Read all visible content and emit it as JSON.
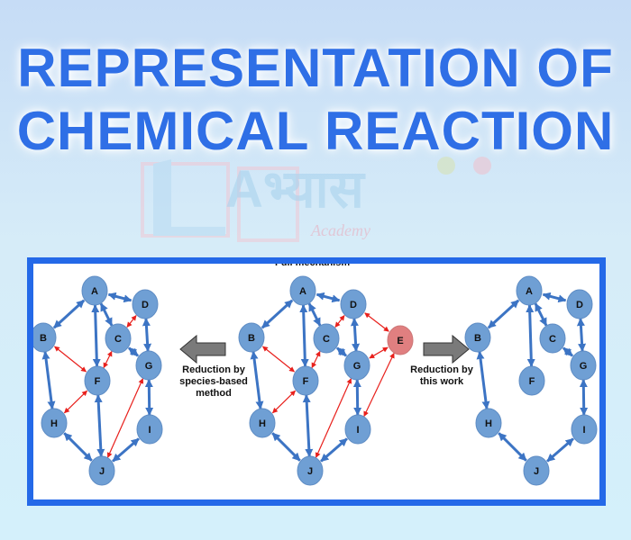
{
  "title": {
    "line1": "REPRESENTATION OF",
    "line2": "CHEMICAL REACTION"
  },
  "watermark": {
    "main": "Aभ्यास",
    "sub": "Academy"
  },
  "figure": {
    "center_title": "Full mechanism",
    "left_arrow_label": "Reduction by species-based method",
    "right_arrow_label": "Reduction by this work",
    "colors": {
      "node": "#6f9fd4",
      "node_removed": "#e07f80",
      "edge_main": "#3c74c4",
      "edge_minor": "#e8201c",
      "arrow": "#7a7a7a"
    },
    "graphs": [
      {
        "name": "species-based",
        "nodes": [
          "A",
          "B",
          "C",
          "D",
          "F",
          "G",
          "H",
          "I",
          "J"
        ],
        "edges": [
          [
            "A",
            "B",
            "b"
          ],
          [
            "A",
            "D",
            "b"
          ],
          [
            "A",
            "C",
            "b"
          ],
          [
            "A",
            "F",
            "b"
          ],
          [
            "D",
            "C",
            "r"
          ],
          [
            "D",
            "G",
            "b"
          ],
          [
            "C",
            "G",
            "b"
          ],
          [
            "C",
            "F",
            "r"
          ],
          [
            "B",
            "F",
            "r"
          ],
          [
            "B",
            "H",
            "b"
          ],
          [
            "F",
            "H",
            "r"
          ],
          [
            "F",
            "J",
            "b"
          ],
          [
            "H",
            "J",
            "b"
          ],
          [
            "G",
            "I",
            "b"
          ],
          [
            "G",
            "J",
            "r"
          ],
          [
            "I",
            "J",
            "b"
          ]
        ]
      },
      {
        "name": "full",
        "nodes": [
          "A",
          "B",
          "C",
          "D",
          "E",
          "F",
          "G",
          "H",
          "I",
          "J"
        ],
        "edges": [
          [
            "A",
            "B",
            "b"
          ],
          [
            "A",
            "D",
            "b"
          ],
          [
            "A",
            "C",
            "b"
          ],
          [
            "A",
            "F",
            "b"
          ],
          [
            "D",
            "C",
            "r"
          ],
          [
            "D",
            "G",
            "b"
          ],
          [
            "D",
            "E",
            "r"
          ],
          [
            "C",
            "G",
            "b"
          ],
          [
            "C",
            "F",
            "r"
          ],
          [
            "B",
            "F",
            "r"
          ],
          [
            "B",
            "H",
            "b"
          ],
          [
            "F",
            "H",
            "r"
          ],
          [
            "F",
            "J",
            "b"
          ],
          [
            "H",
            "J",
            "b"
          ],
          [
            "G",
            "I",
            "b"
          ],
          [
            "G",
            "E",
            "r"
          ],
          [
            "G",
            "J",
            "r"
          ],
          [
            "E",
            "I",
            "r"
          ],
          [
            "I",
            "J",
            "b"
          ]
        ]
      },
      {
        "name": "this-work",
        "nodes": [
          "A",
          "B",
          "C",
          "D",
          "F",
          "G",
          "H",
          "I",
          "J"
        ],
        "edges": [
          [
            "A",
            "B",
            "b"
          ],
          [
            "A",
            "D",
            "b"
          ],
          [
            "A",
            "C",
            "b"
          ],
          [
            "A",
            "F",
            "b"
          ],
          [
            "D",
            "G",
            "b"
          ],
          [
            "C",
            "G",
            "b"
          ],
          [
            "B",
            "H",
            "b"
          ],
          [
            "H",
            "J",
            "b"
          ],
          [
            "G",
            "I",
            "b"
          ],
          [
            "I",
            "J",
            "b"
          ]
        ]
      }
    ]
  }
}
